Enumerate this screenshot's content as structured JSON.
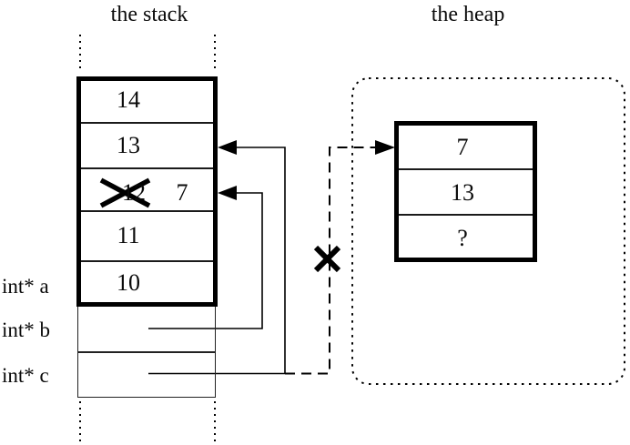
{
  "diagram": {
    "titles": {
      "stack": "the stack",
      "heap": "the heap"
    },
    "stack": {
      "cells": [
        {
          "value": "14"
        },
        {
          "value": "13"
        },
        {
          "old_value": "12",
          "new_value": "7",
          "crossed_out": true
        },
        {
          "value": "11"
        },
        {
          "value": "10"
        }
      ],
      "labels": [
        {
          "name": "int* a"
        },
        {
          "name": "int* b"
        },
        {
          "name": "int* c"
        }
      ]
    },
    "heap": {
      "cells": [
        {
          "value": "7"
        },
        {
          "value": "13"
        },
        {
          "value": "?"
        }
      ]
    },
    "colors": {
      "ink": "#000000",
      "background": "#ffffff"
    }
  }
}
